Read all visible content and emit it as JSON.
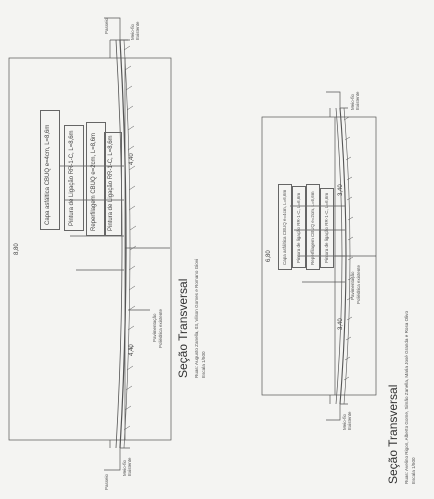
{
  "left": {
    "title": "Seção Transversal",
    "streets": "Ruas: Augusto Zanella, 03, Vilson Gomes e Romano Giovi",
    "scale": "Escala 1/500",
    "total_width": "8,80",
    "half_top": "4,40",
    "half_bottom": "4,40",
    "layers": [
      "Capa asfáltica CBUQ e=4cm, L=8,6m",
      "Pintura de Ligação RR-1-C, L=8,6m",
      "Reperfilagem CBUQ e=2cm, L=8,6m",
      "Pintura de Ligação RR-1-C, L=8,6m"
    ],
    "pavement_note": [
      "Pavimentação",
      "Poliédrica existente"
    ],
    "edge_top": [
      "Meio-fio",
      "Existente"
    ],
    "edge_bottom": [
      "Meio-fio",
      "Existente"
    ],
    "small_top": "Passeio",
    "small_bottom": "Passeio"
  },
  "right": {
    "title": "Seção Transversal",
    "streets": "Ruas: Avelino Rigon, Alberto Gome, Simão Zanella, Maria José Granda e Rosa Olivo",
    "scale": "Escala 1/500",
    "total_width": "6,80",
    "half_top": "3,40",
    "half_bottom": "3,40",
    "layers": [
      "Capa asfáltica CBUQ e=4cm, L=6,6m",
      "Pintura de ligação RR-1-C, L=6,6m",
      "Reperfilagem CBUQ e=2cm, L=6,6m",
      "Pintura de ligação RR-1-C, L=6,6m"
    ],
    "pavement_note": [
      "Pavimentação",
      "Poliédrica existente"
    ],
    "edge_top": [
      "Meio-fio",
      "Existente"
    ],
    "edge_bottom": [
      "Meio-fio",
      "Existente"
    ]
  },
  "colors": {
    "line": "#555555",
    "paper": "#f4f4f2"
  }
}
